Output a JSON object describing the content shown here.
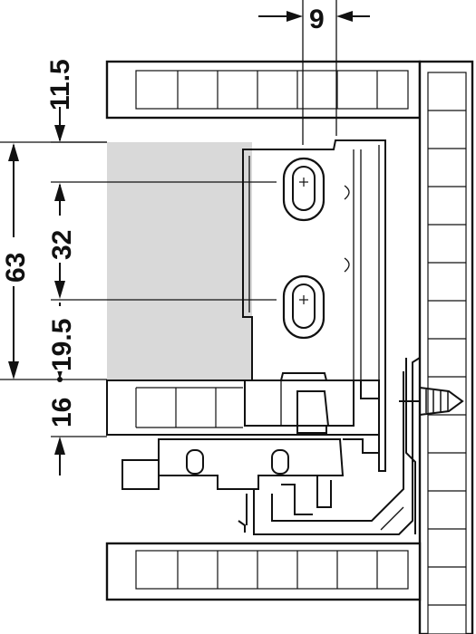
{
  "dimensions": {
    "top_width": "9",
    "top_offset": "11.5",
    "total_height": "63",
    "hole_spacing": "32",
    "hole_offset": "19.5",
    "bottom_offset": "16"
  },
  "colors": {
    "line": "#111111",
    "panel_fill": "#d9d9d9",
    "background": "#ffffff"
  }
}
